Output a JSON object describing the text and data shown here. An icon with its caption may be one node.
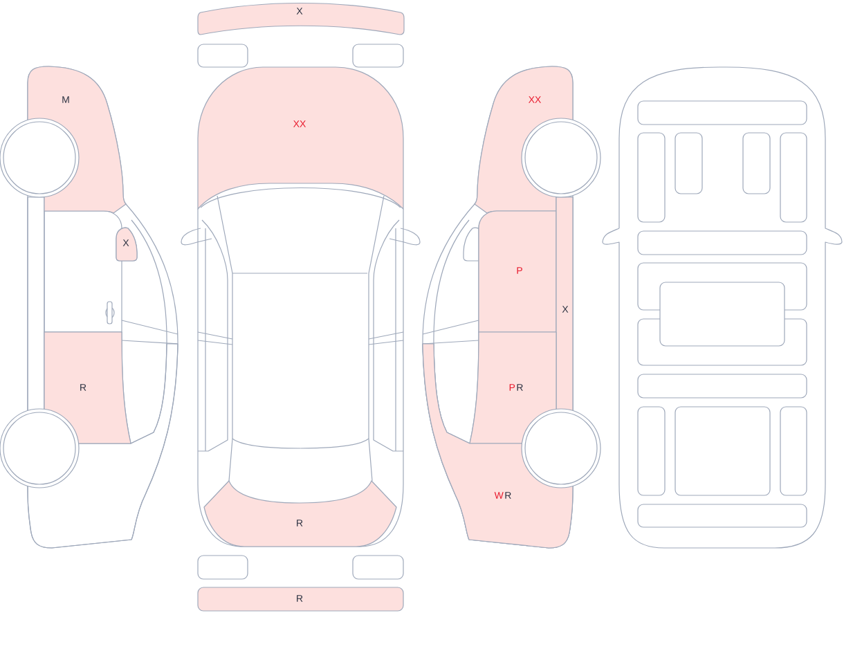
{
  "diagram": {
    "nodes": [
      {
        "text": [
          "X"
        ]
      },
      {
        "text": [
          "M"
        ]
      },
      {
        "text": [
          "X"
        ]
      },
      {
        "text": [
          "R"
        ]
      },
      {
        "text": [
          "XX"
        ]
      },
      {
        "text": [
          "R"
        ]
      },
      {
        "text": [
          "R"
        ]
      },
      {
        "text": [
          "XX"
        ]
      },
      {
        "text": [
          "P"
        ]
      },
      {
        "text": [
          "X"
        ]
      },
      {
        "text": [
          "P",
          "R"
        ]
      },
      {
        "text": [
          "W",
          "R"
        ]
      }
    ]
  }
}
